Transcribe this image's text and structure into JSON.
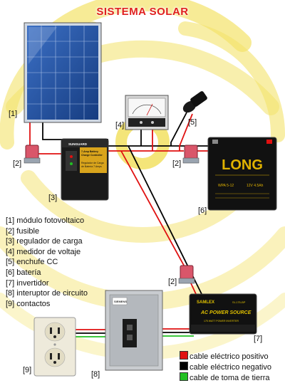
{
  "title": "SISTEMA SOLAR",
  "component_labels": {
    "panel": "[1]",
    "fuse_left": "[2]",
    "fuse_right": "[2]",
    "fuse_bottom": "[2]",
    "regulator": "[3]",
    "meter": "[4]",
    "outlet_dc": "[5]",
    "battery": "[6]",
    "inverter": "[7]",
    "breaker": "[8]",
    "contacts": "[9]"
  },
  "legend": [
    "[1] módulo fotovoltaico",
    "[2] fusible",
    "[3] regulador de carga",
    "[4] medidor de voltaje",
    "[5] enchufe CC",
    "[6] batería",
    "[7] invertidor",
    "[8] interuptor de circuito",
    "[9] contactos"
  ],
  "device_text": {
    "battery_brand": "LONG",
    "battery_model": "WPA 5-12",
    "battery_rating": "12V 4.5Ah",
    "regulator_brand": "SUNGUARD",
    "regulator_line1": "7-Amp Battery",
    "regulator_line2": "Charge Controller",
    "regulator_line3": "Regulador de Carga",
    "regulator_line4": "de Batería 7 Amps",
    "inverter_brand": "SAMLEX",
    "inverter_model": "SI-175-BP",
    "inverter_line": "AC POWER SOURCE",
    "inverter_sub": "175 WATT POWER INVERTER",
    "breaker_brand": "SIEMENS"
  },
  "wire_legend": [
    {
      "label": "cable eléctrico positivo",
      "color": "#e01010"
    },
    {
      "label": "cable eléctrico negativo",
      "color": "#000000"
    },
    {
      "label": "cable de toma de tierra",
      "color": "#22c022"
    }
  ],
  "colors": {
    "title": "#e02020",
    "sun_glow": "#f3e26a",
    "positive_wire": "#e01010",
    "negative_wire": "#000000",
    "ground_wire": "#22c022",
    "panel_cell": "#1f4fa0",
    "fuse": "#d9566a"
  }
}
